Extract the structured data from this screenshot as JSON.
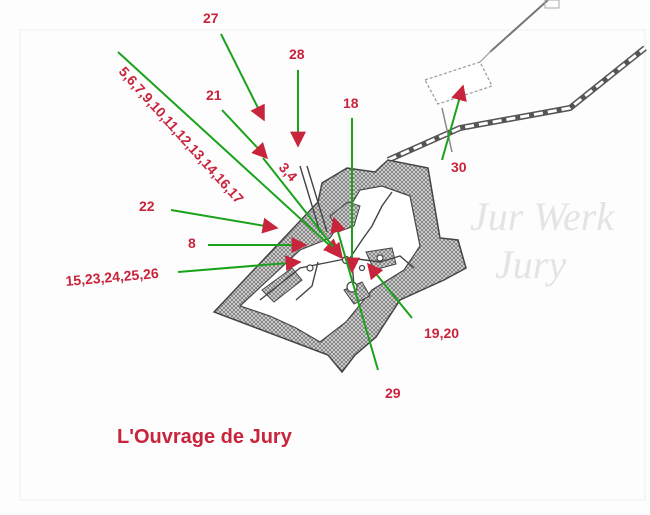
{
  "title": "L'Ouvrage de Jury",
  "background_text": [
    "Jur Werk",
    "Jury"
  ],
  "colors": {
    "label": "#c8243c",
    "pointer": "#1aa31a",
    "arrowhead": "#c8243c",
    "fort_fill": "#b8b8b8",
    "outline": "#444444"
  },
  "labels": [
    {
      "id": "27",
      "text": "27"
    },
    {
      "id": "28",
      "text": "28"
    },
    {
      "id": "21",
      "text": "21"
    },
    {
      "id": "18",
      "text": "18"
    },
    {
      "id": "5-17",
      "text": "5,6,7,9,10,11,12,13,14,16,17"
    },
    {
      "id": "3-4",
      "text": "3,4"
    },
    {
      "id": "22",
      "text": "22"
    },
    {
      "id": "8",
      "text": "8"
    },
    {
      "id": "15-26",
      "text": "15,23,24,25,26"
    },
    {
      "id": "19-20",
      "text": "19,20"
    },
    {
      "id": "29",
      "text": "29"
    },
    {
      "id": "30",
      "text": "30"
    }
  ]
}
